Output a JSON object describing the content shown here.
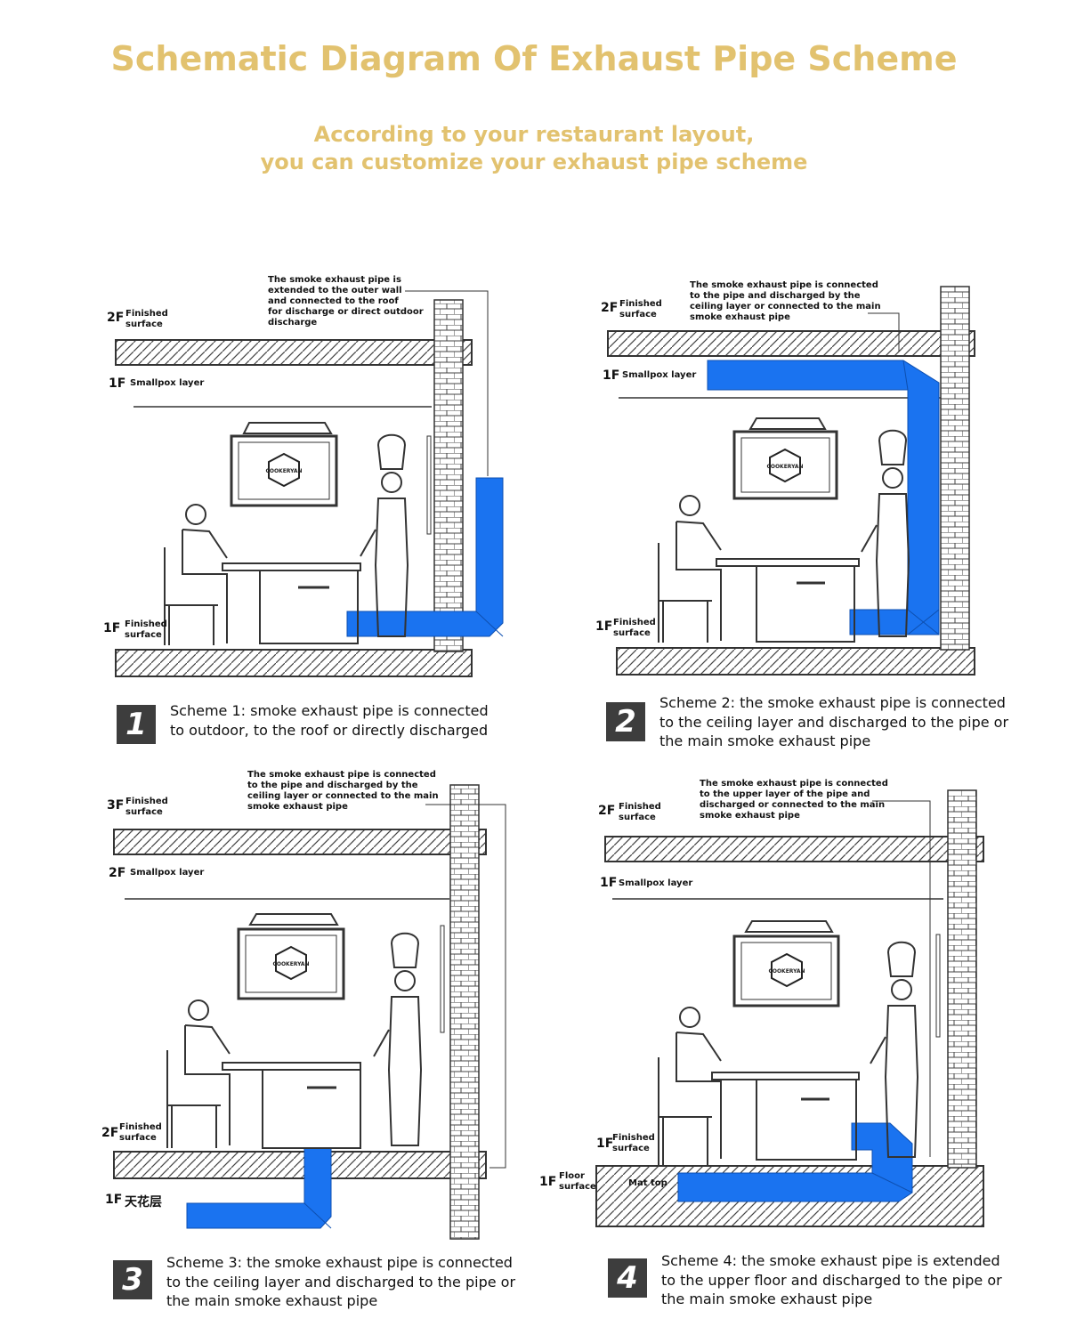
{
  "title": "Schematic Diagram Of Exhaust Pipe Scheme",
  "subtitle": [
    "According to your restaurant layout,",
    "you can customize your exhaust pipe scheme"
  ],
  "colors": {
    "title": "#e2c26f",
    "pipe": "#1a73f0",
    "pipe_light": "#4d9bff",
    "hatch": "#444444",
    "badge": "#3d3d3d"
  },
  "logo_text": "COOKERYAN",
  "panels": [
    {
      "id": "1",
      "note": [
        "The smoke exhaust pipe is",
        "extended to the outer wall",
        "and connected to the roof",
        "for discharge or direct outdoor",
        "discharge"
      ],
      "upper_floor": "2F",
      "upper_label": [
        "Finished",
        "surface"
      ],
      "ceiling_floor": "1F",
      "ceiling_label": "Smallpox layer",
      "lower_floor": "1F",
      "lower_label": [
        "Finished",
        "surface"
      ],
      "caption_number": "1",
      "caption": [
        "Scheme 1: smoke exhaust pipe is connected",
        "to outdoor, to the roof or directly discharged"
      ]
    },
    {
      "id": "2",
      "note": [
        "The smoke exhaust pipe is connected",
        "to the pipe and discharged by the",
        "ceiling layer or connected to the main",
        "smoke exhaust pipe"
      ],
      "upper_floor": "2F",
      "upper_label": [
        "Finished",
        "surface"
      ],
      "ceiling_floor": "1F",
      "ceiling_label": "Smallpox layer",
      "lower_floor": "1F",
      "lower_label": [
        "Finished",
        "surface"
      ],
      "caption_number": "2",
      "caption": [
        "Scheme 2: the smoke exhaust pipe is connected",
        "to the ceiling layer and discharged to the pipe or",
        "the main smoke exhaust pipe"
      ]
    },
    {
      "id": "3",
      "note": [
        "The smoke exhaust pipe is connected",
        "to the pipe and discharged by the",
        "ceiling layer or connected to the main",
        "smoke exhaust pipe"
      ],
      "upper_floor": "3F",
      "upper_label": [
        "Finished",
        "surface"
      ],
      "ceiling_floor": "2F",
      "ceiling_label": "Smallpox layer",
      "lower_floor": "2F",
      "lower_label": [
        "Finished",
        "surface"
      ],
      "below_floor": "1F",
      "below_label": "天花层",
      "caption_number": "3",
      "caption": [
        "Scheme 3: the smoke exhaust pipe is connected",
        "to the ceiling layer and discharged to the pipe or",
        "the main smoke exhaust pipe"
      ]
    },
    {
      "id": "4",
      "note": [
        "The smoke exhaust pipe is connected",
        "to the upper layer of the pipe and",
        "discharged or connected to the main",
        "smoke exhaust pipe"
      ],
      "upper_floor": "2F",
      "upper_label": [
        "Finished",
        "surface"
      ],
      "ceiling_floor": "1F",
      "ceiling_label": "Smallpox layer",
      "lower_floor": "1F",
      "lower_label": [
        "Finished",
        "surface"
      ],
      "floor_floor": "1F",
      "floor_label": [
        "Floor",
        "surface"
      ],
      "mat_label": "Mat top",
      "caption_number": "4",
      "caption": [
        "Scheme 4: the smoke exhaust pipe is extended",
        "to the upper floor and discharged to the pipe or",
        "the main smoke exhaust pipe"
      ]
    }
  ]
}
